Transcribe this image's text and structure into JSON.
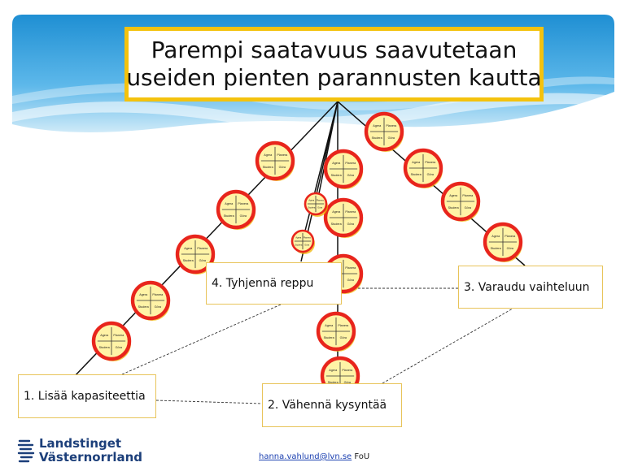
{
  "title": {
    "line1": "Parempi saatavuus saavutetaan",
    "line2": "useiden pienten parannusten kautta"
  },
  "labels": {
    "increase_capacity": "1. Lisää kapasiteettia",
    "reduce_demand": "2. Vähennä kysyntää",
    "prepare_variation": "3. Varaudu vaihteluun",
    "empty_backpack": "4. Tyhjennä reppu"
  },
  "pdsa_cycle": {
    "quadrants": [
      "Agera",
      "Planera",
      "Studera",
      "Göra"
    ]
  },
  "logo": {
    "line1": "Landstinget",
    "line2": "Västernorrland"
  },
  "footer": {
    "email": "hanna.vahlund@lvn.se",
    "unit": "FoU"
  },
  "colors": {
    "sky": "#2a9ad8",
    "title_border": "#f4c20d",
    "wheel_ring": "#e8251c",
    "wheel_fill": "#fff3a6",
    "logo_blue": "#1c3f7a"
  }
}
